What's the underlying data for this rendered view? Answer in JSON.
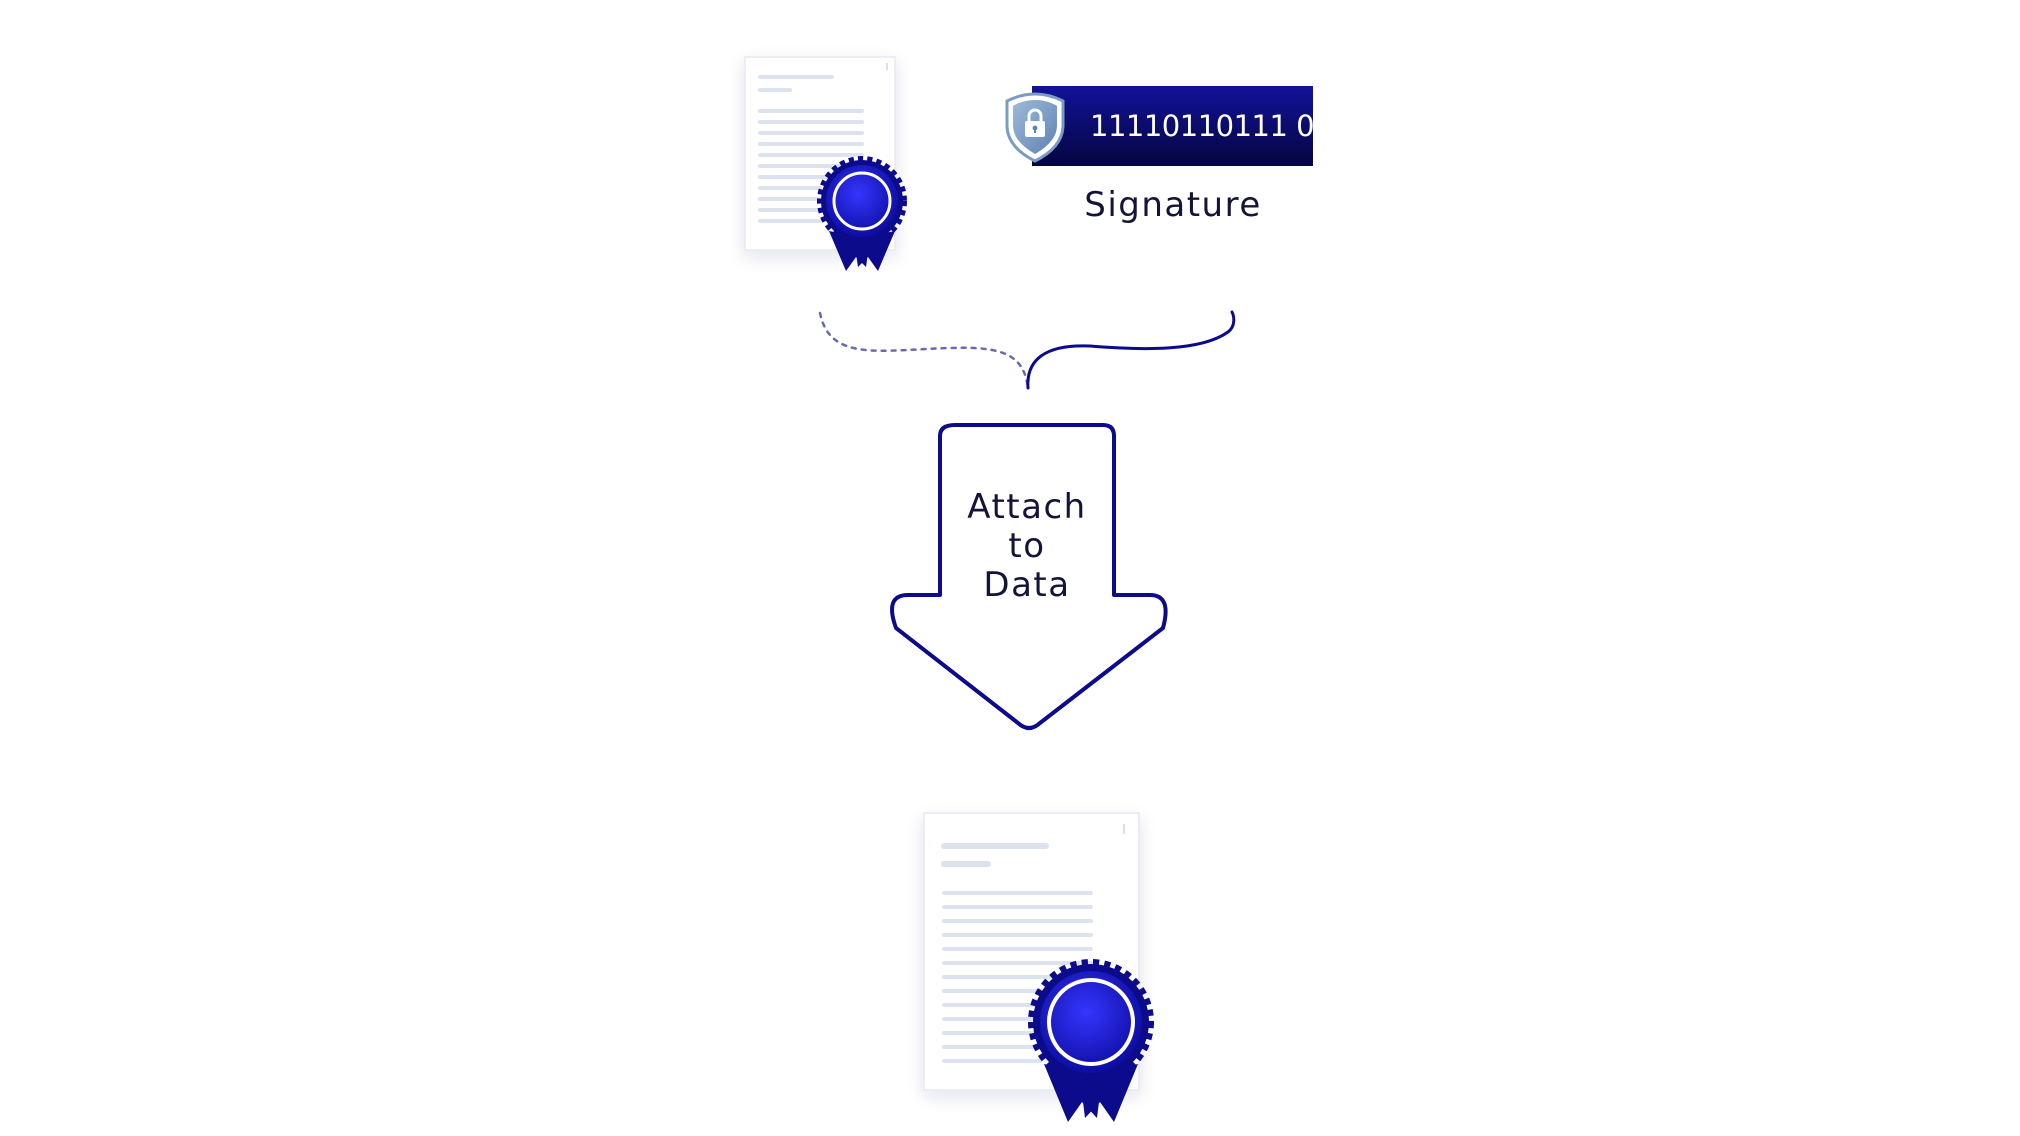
{
  "signature": {
    "binary": "11110110111 0",
    "label": "Signature"
  },
  "arrow": {
    "lines": [
      "Attach",
      "to",
      "Data"
    ]
  },
  "colors": {
    "primary": "#0b0b8c",
    "deep": "#050540",
    "seal": "#1a1ad0",
    "seal_light": "#3b3bff",
    "doc_line": "#dde3ee",
    "shield": "#7a9cc4"
  }
}
